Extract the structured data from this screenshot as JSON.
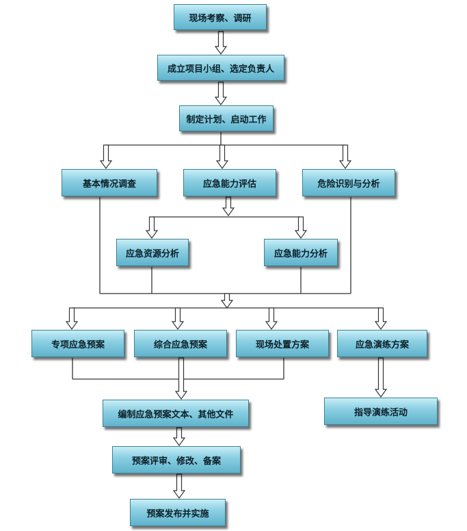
{
  "nodes": {
    "site_survey": "现场考察、调研",
    "form_team": "成立项目小组、选定负责人",
    "make_plan": "制定计划、启动工作",
    "basic_survey": "基本情况调查",
    "capability_eval": "应急能力评估",
    "hazard_analysis": "危险识别与分析",
    "resource_analysis": "应急资源分析",
    "capability_analysis": "应急能力分析",
    "special_plan": "专项应急预案",
    "comprehensive_plan": "综合应急预案",
    "onsite_plan": "现场处置方案",
    "drill_plan": "应急演练方案",
    "guide_drill": "指导演练活动",
    "compile_docs": "编制应急预案文本、其他文件",
    "review": "预案评审、修改、备案",
    "publish": "预案发布并实施"
  }
}
